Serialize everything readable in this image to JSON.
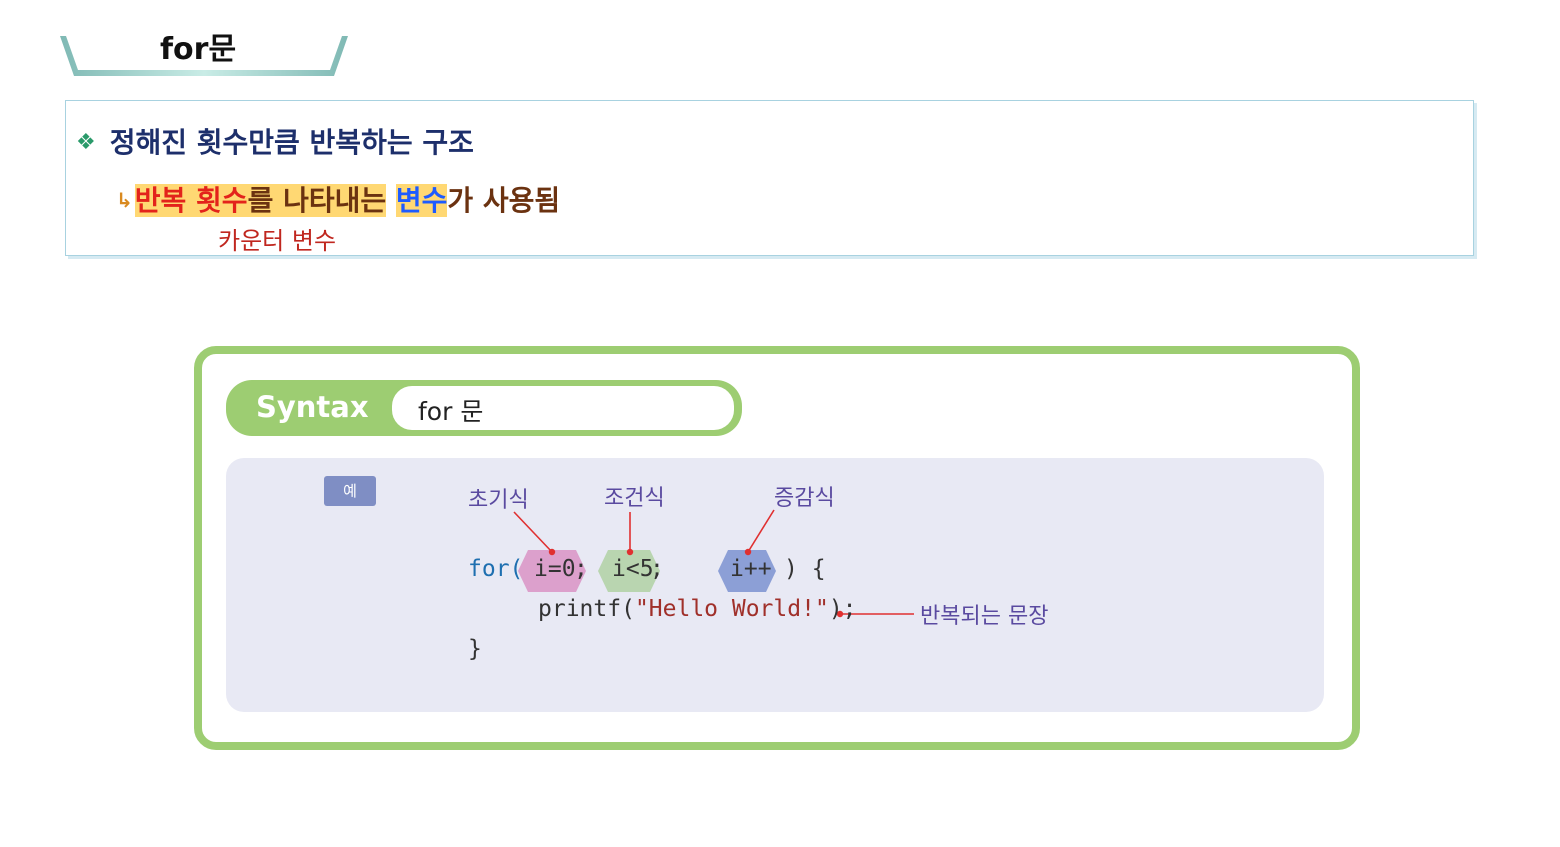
{
  "title": "for문",
  "bullets": {
    "line1": "정해진 횟수만큼 반복하는 구조",
    "line2_parts": [
      "반복 횟수",
      "를 나타내는",
      " ",
      "변수",
      "가 사용됨"
    ],
    "note": "카운터 변수"
  },
  "syntax": {
    "label": "Syntax",
    "keyword": "for 문",
    "example_badge": "예",
    "annotations": {
      "init": "초기식",
      "condition": "조건식",
      "increment": "증감식",
      "body": "반복되는 문장"
    },
    "code": {
      "for_kw": "for(",
      "init": "i=0",
      "semi1": ";",
      "cond": "i<5",
      "semi2": ";",
      "inc": "i++",
      "close": ") {",
      "body_fn": "printf(",
      "body_str": "\"Hello World!\"",
      "body_end": ");",
      "end": "}"
    }
  },
  "colors": {
    "panel_green": "#9dcd72",
    "code_bg": "#e8e9f4",
    "hex_pink": "#dca0cc",
    "hex_green": "#b9d5b0",
    "hex_blue": "#8c9fd6",
    "annotation_purple": "#5a4aa0",
    "leader_red": "#e03030"
  }
}
